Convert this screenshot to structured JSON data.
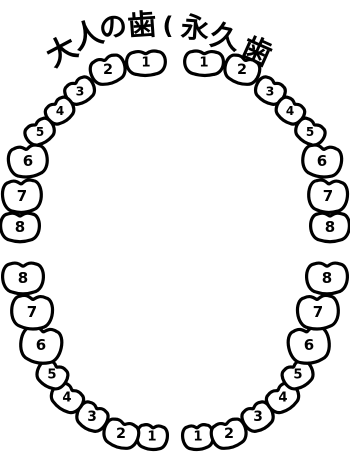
{
  "diagram": {
    "title": "大人の歯(永久歯",
    "upper_arch": {
      "right_side": [
        "1",
        "2",
        "3",
        "4",
        "5",
        "6",
        "7",
        "8"
      ],
      "left_side": [
        "1",
        "2",
        "3",
        "4",
        "5",
        "6",
        "7",
        "8"
      ]
    },
    "lower_arch": {
      "right_side": [
        "1",
        "2",
        "3",
        "4",
        "5",
        "6",
        "7",
        "8"
      ],
      "left_side": [
        "1",
        "2",
        "3",
        "4",
        "5",
        "6",
        "7",
        "8"
      ]
    }
  }
}
